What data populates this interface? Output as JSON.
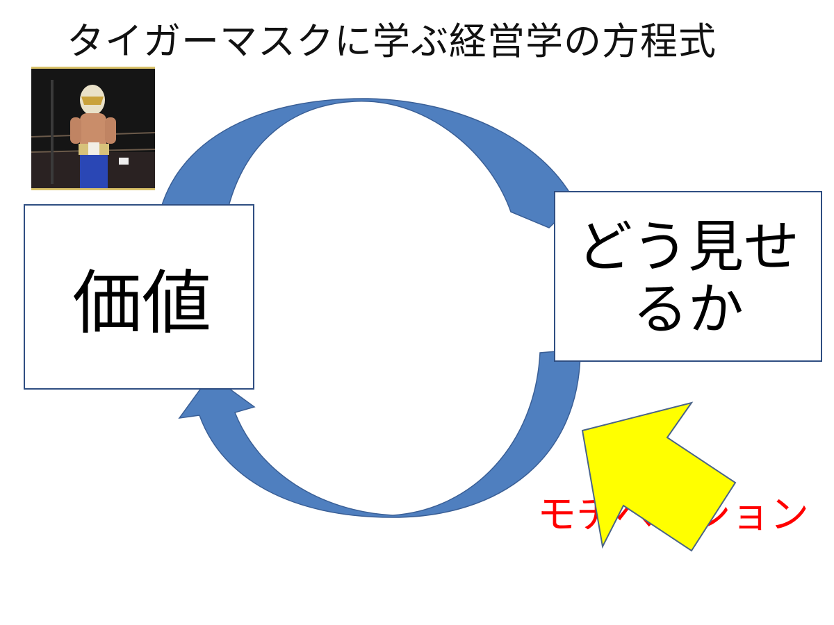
{
  "slide": {
    "title": "タイガーマスクに学ぶ経営学の方程式",
    "left_box_label": "価値",
    "right_box_line1": "どう見せ",
    "right_box_line2": "るか",
    "motivation_label": "モチベーション"
  },
  "colors": {
    "arrow_fill": "#4f7fbf",
    "arrow_stroke": "#3a5f96",
    "box_border": "#2f4e82",
    "yellow_arrow_fill": "#ffff00",
    "yellow_arrow_stroke": "#4a6488",
    "motivation_text": "#ff0000"
  },
  "icons": {
    "photo": "wrestler-photo",
    "top_arrow": "curved-arrow-right-icon",
    "bottom_arrow": "curved-arrow-left-icon",
    "yellow_arrow": "arrow-up-right-icon"
  }
}
